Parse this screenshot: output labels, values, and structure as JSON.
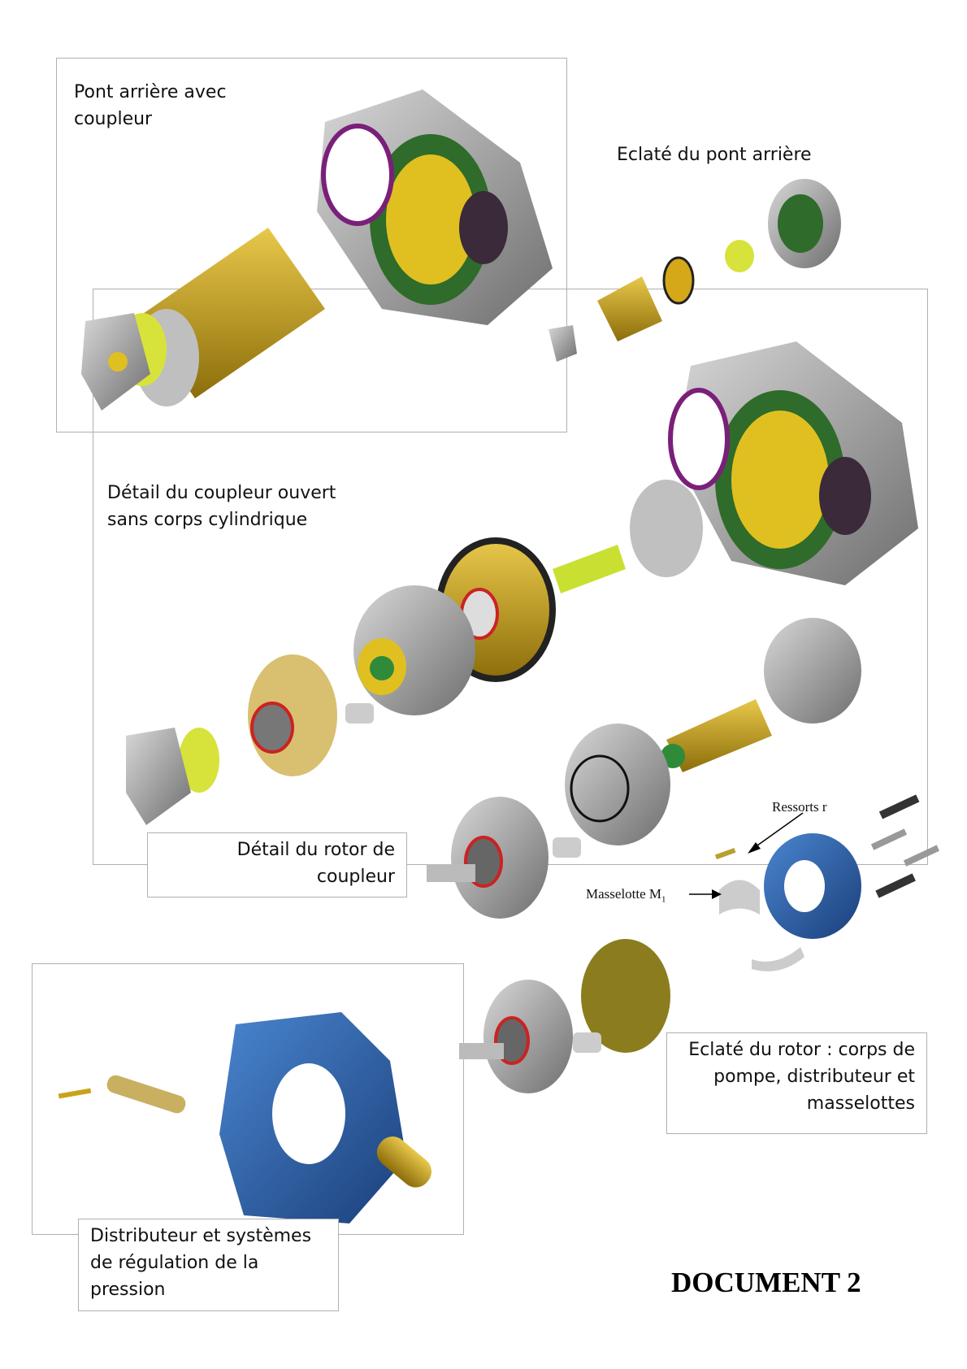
{
  "labels": {
    "pont_arriere": "Pont arrière avec coupleur",
    "eclate_pont": "Eclaté du pont arrière",
    "detail_coupleur": "Détail du coupleur ouvert sans corps cylindrique",
    "detail_rotor": "Détail du rotor de coupleur",
    "ressorts": "Ressorts r",
    "masselotte": "Masselotte M",
    "masselotte_sub": "1",
    "eclate_rotor": "Eclaté du rotor : corps de pompe, distributeur et masselottes",
    "distributeur": "Distributeur et systèmes de régulation de la pression"
  },
  "document_title": "DOCUMENT 2",
  "colors": {
    "gold": "#c9a21a",
    "grey": "#a8a8a8",
    "green": "#2f6b2a",
    "lime": "#c9e032",
    "blue": "#2a5fa8",
    "olive": "#8b7d1e"
  }
}
